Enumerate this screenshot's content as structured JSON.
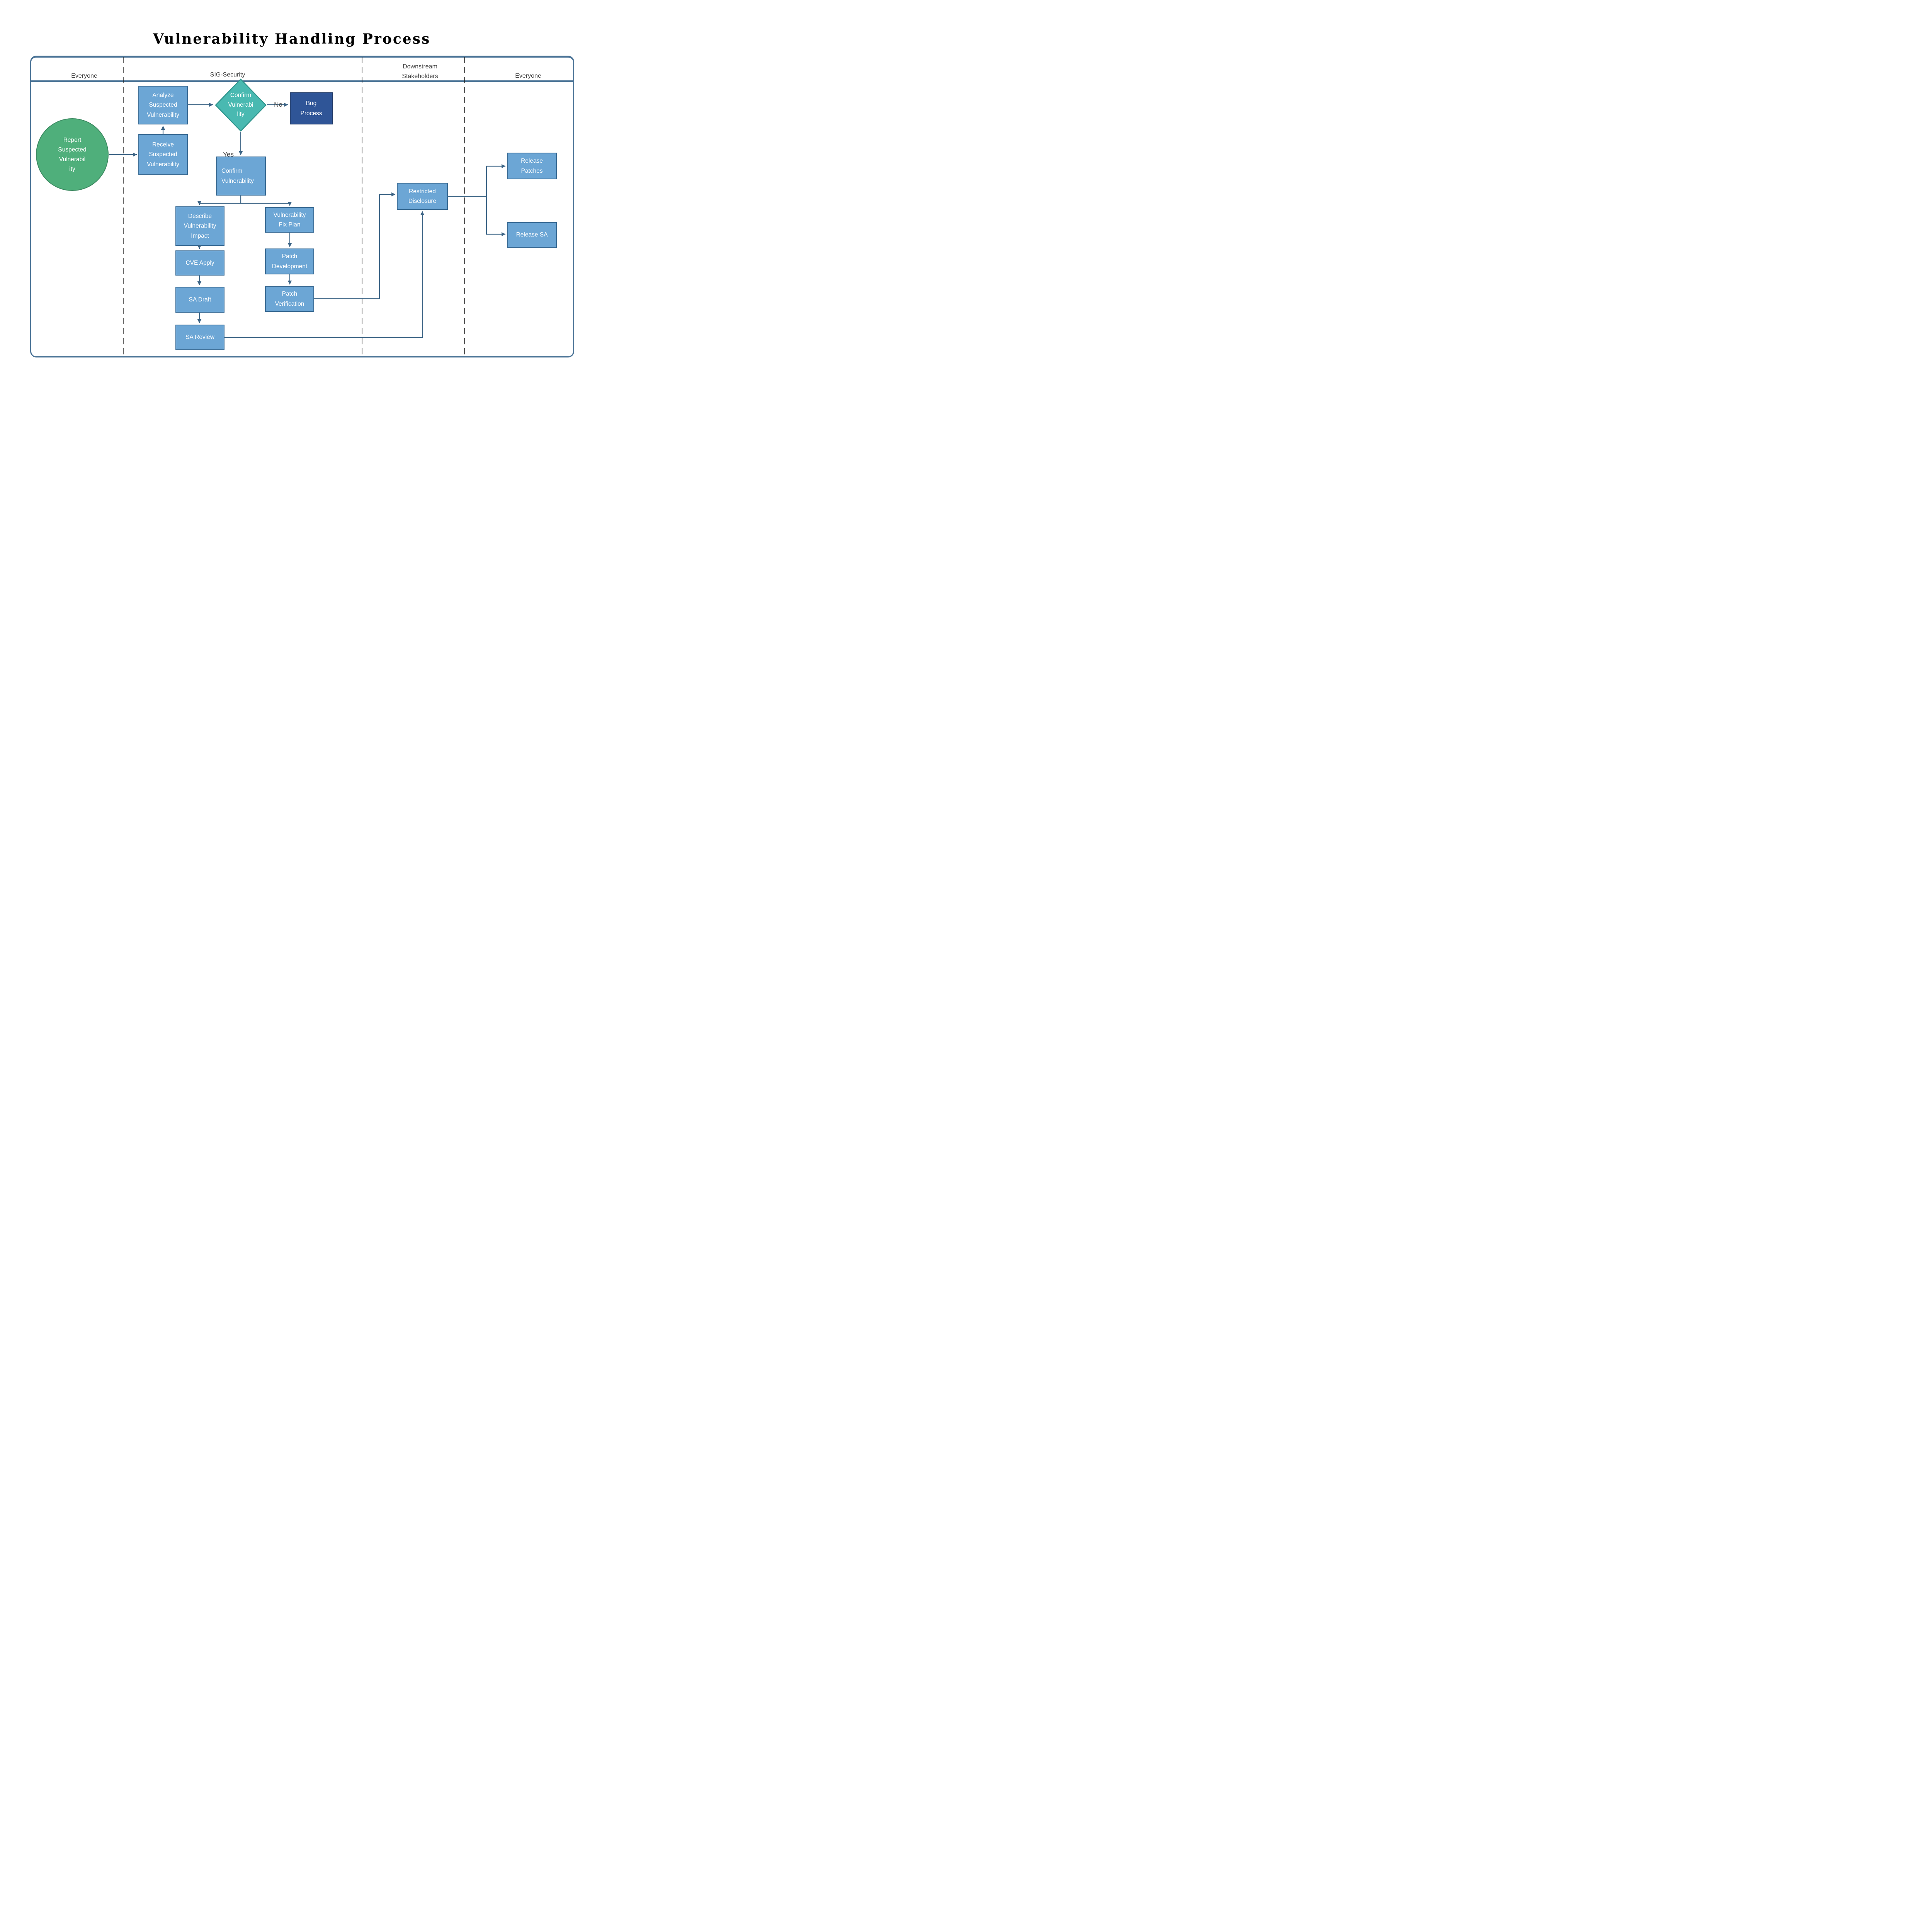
{
  "title": "Vulnerability Handling Process",
  "lanes": [
    {
      "label": "Everyone"
    },
    {
      "label": "SIG-Security"
    },
    {
      "label": "Downstream\nStakeholders"
    },
    {
      "label": "Everyone"
    }
  ],
  "nodes": {
    "start": {
      "label": "Report\nSuspected\nVulnerabil\nity",
      "type": "start"
    },
    "analyze": {
      "label": "Analyze\nSuspected\nVulnerability",
      "type": "process"
    },
    "receive": {
      "label": "Receive\nSuspected\nVulnerability",
      "type": "process"
    },
    "decision": {
      "label": "Confirm\nVulnerabi\nlity",
      "type": "decision"
    },
    "bug_process": {
      "label": "Bug\nProcess",
      "type": "process-dark"
    },
    "confirm": {
      "label": "Confirm\nVulnerability",
      "type": "process"
    },
    "describe": {
      "label": "Describe\nVulnerability\nImpact",
      "type": "process"
    },
    "cve_apply": {
      "label": "CVE Apply",
      "type": "process"
    },
    "sa_draft": {
      "label": "SA Draft",
      "type": "process"
    },
    "sa_review": {
      "label": "SA Review",
      "type": "process"
    },
    "fix_plan": {
      "label": "Vulnerability\nFix Plan",
      "type": "process"
    },
    "patch_dev": {
      "label": "Patch\nDevelopment",
      "type": "process"
    },
    "patch_verif": {
      "label": "Patch\nVerification",
      "type": "process"
    },
    "restricted": {
      "label": "Restricted\nDisclosure",
      "type": "process"
    },
    "release_patches": {
      "label": "Release\nPatches",
      "type": "process"
    },
    "release_sa": {
      "label": "Release SA",
      "type": "process"
    }
  },
  "edge_labels": {
    "no": "No",
    "yes": "Yes"
  },
  "colors": {
    "process_fill": "#6CA6D5",
    "process_border": "#3A6B94",
    "dark_fill": "#2F5597",
    "dark_border": "#1F3864",
    "start_fill": "#4FAF7B",
    "start_border": "#3C8A61",
    "decision_fill": "#49B9B1",
    "decision_border": "#2E948C",
    "connector": "#3D6586",
    "frame": "#4A7396",
    "lane_text": "#3F3F3F",
    "title_text": "#000000"
  }
}
